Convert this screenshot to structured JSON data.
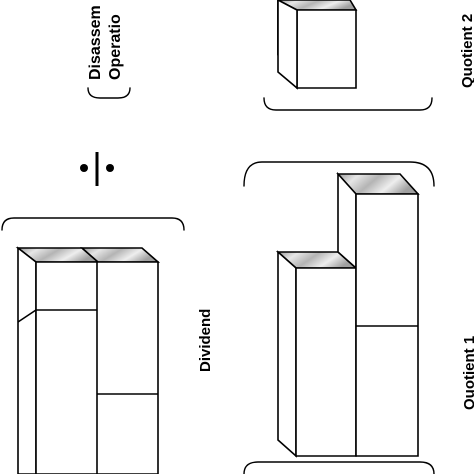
{
  "labels": {
    "disassembling_line1": "Disassem",
    "disassembling_line2": "Operatio",
    "quotient_2": "Quotient  2",
    "quotient_1": "Quotient 1",
    "dividend": "Dividend"
  },
  "colors": {
    "stroke": "#000000",
    "background": "#ffffff",
    "top_face_light": "#f2f2f2",
    "top_face_dark": "#a8a8a8"
  },
  "icons": {
    "operator": "division-sign"
  }
}
